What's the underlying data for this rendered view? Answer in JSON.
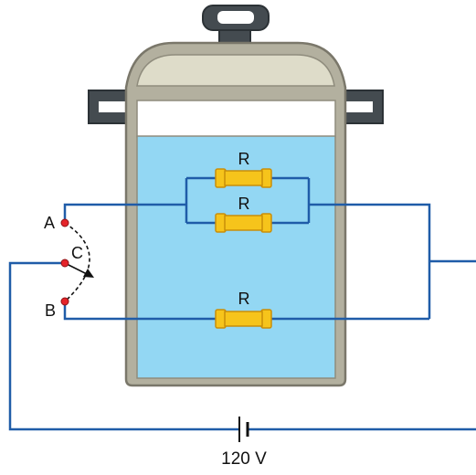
{
  "resistor_labels": [
    "R",
    "R",
    "R"
  ],
  "terminals": {
    "a": "A",
    "b": "B",
    "c": "C"
  },
  "voltage": "120 V",
  "colors": {
    "pot_body": "#b3b09f",
    "pot_outline": "#7a776a",
    "lid": "#dedcc9",
    "handle": "#444b50",
    "water": "#93d7f3",
    "air": "#ffffff",
    "wire": "#1f5ca8",
    "resistor_fill": "#f6c41b",
    "resistor_outline": "#c98e09",
    "terminal": "#e5242a",
    "ink": "#111111"
  }
}
